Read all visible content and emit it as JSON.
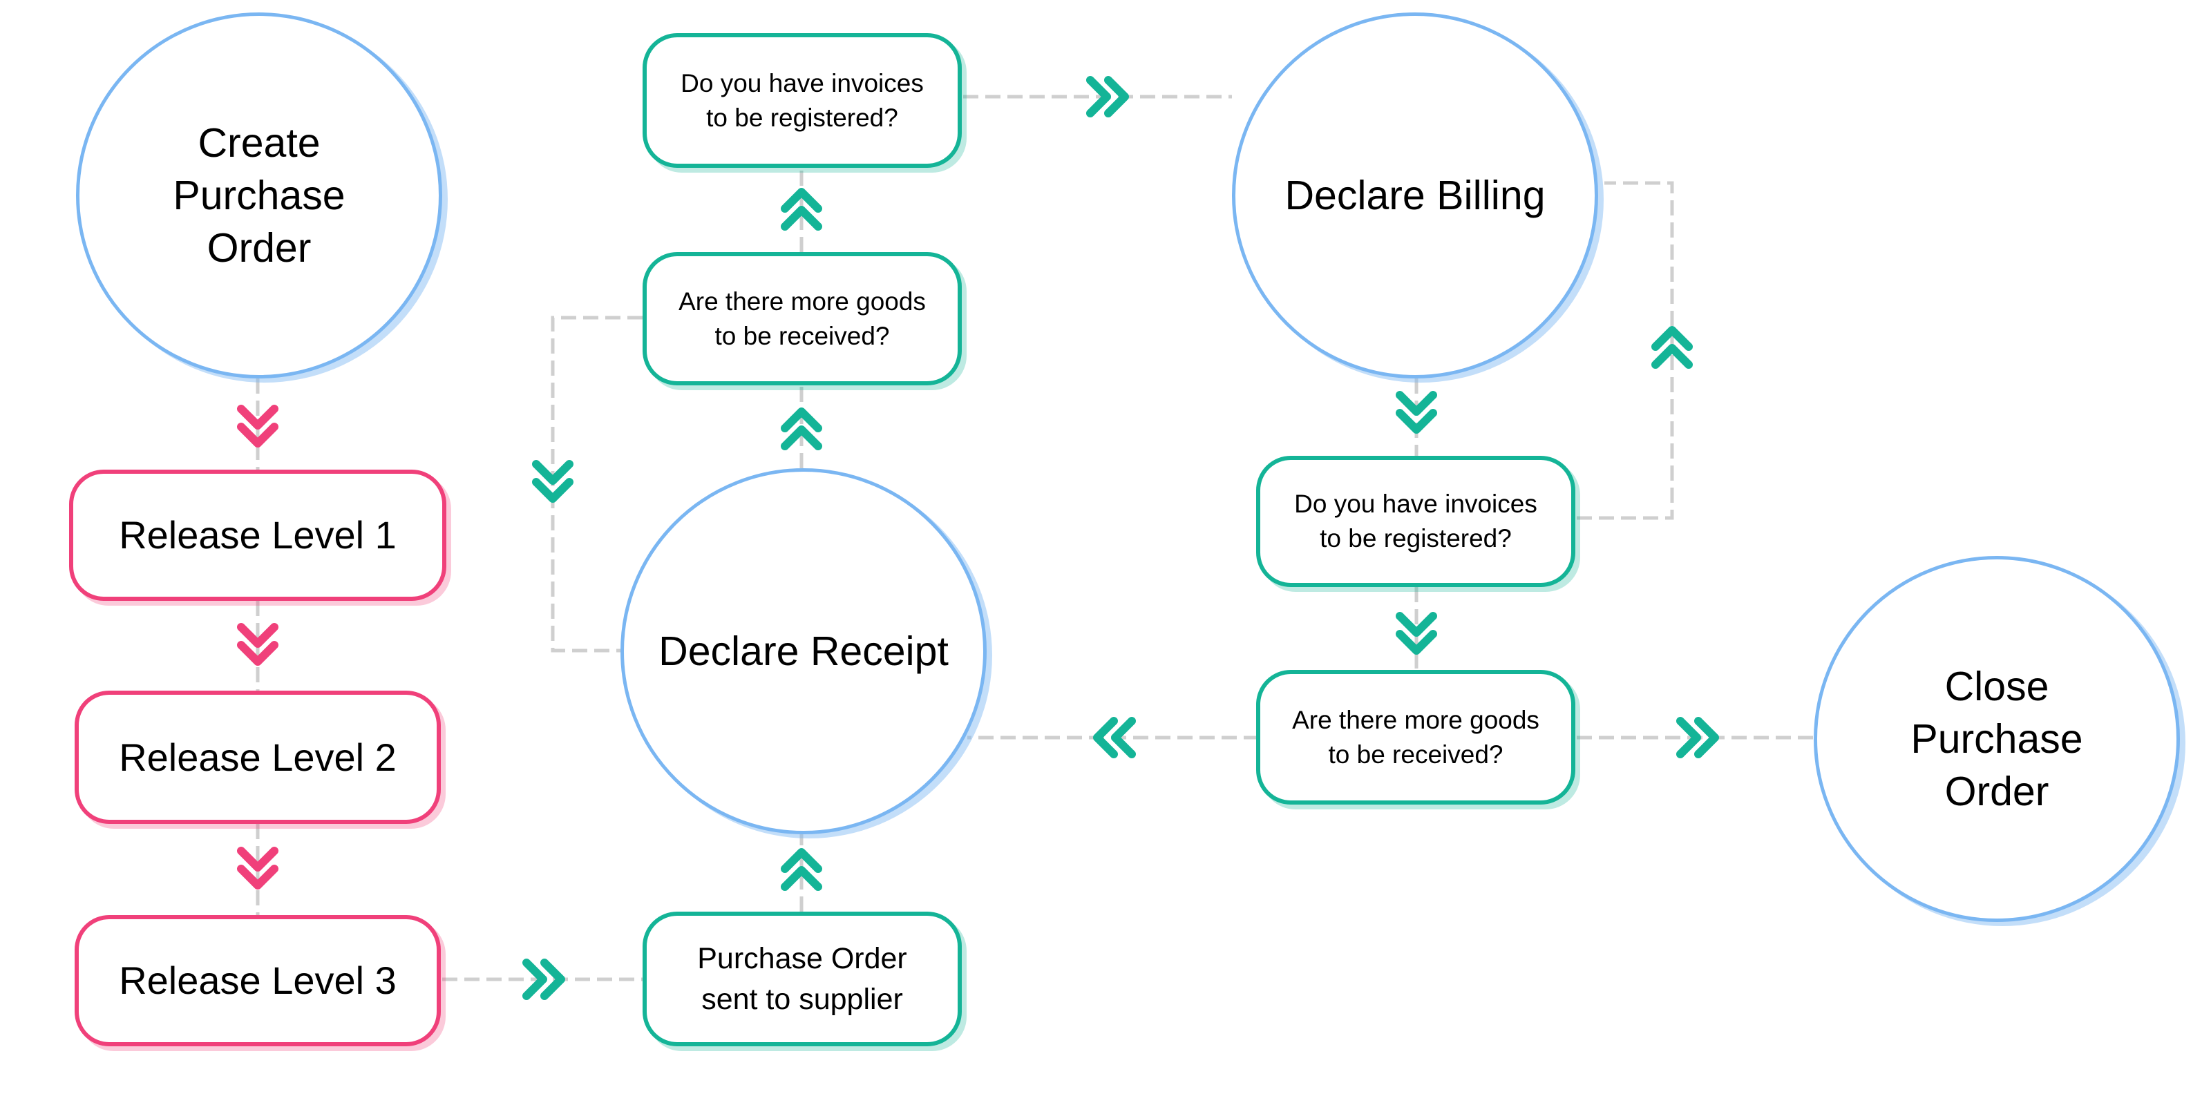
{
  "colors": {
    "circle_border": "#7ab6f2",
    "pink": "#f0407a",
    "green": "#14b497",
    "connector": "#cfcfcf"
  },
  "nodes": {
    "create_po": "Create\nPurchase\nOrder",
    "release_1": "Release Level 1",
    "release_2": "Release Level 2",
    "release_3": "Release Level 3",
    "po_sent": "Purchase Order\nsent to supplier",
    "declare_receipt": "Declare Receipt",
    "more_goods_left": "Are there more goods\nto be received?",
    "invoices_top": "Do you have invoices\nto be registered?",
    "declare_billing": "Declare Billing",
    "invoices_right": "Do you have invoices\nto be registered?",
    "more_goods_right": "Are there more goods\nto be received?",
    "close_po": "Close\nPurchase\nOrder"
  },
  "icons": {
    "arrow": "double-chevron-icon"
  }
}
